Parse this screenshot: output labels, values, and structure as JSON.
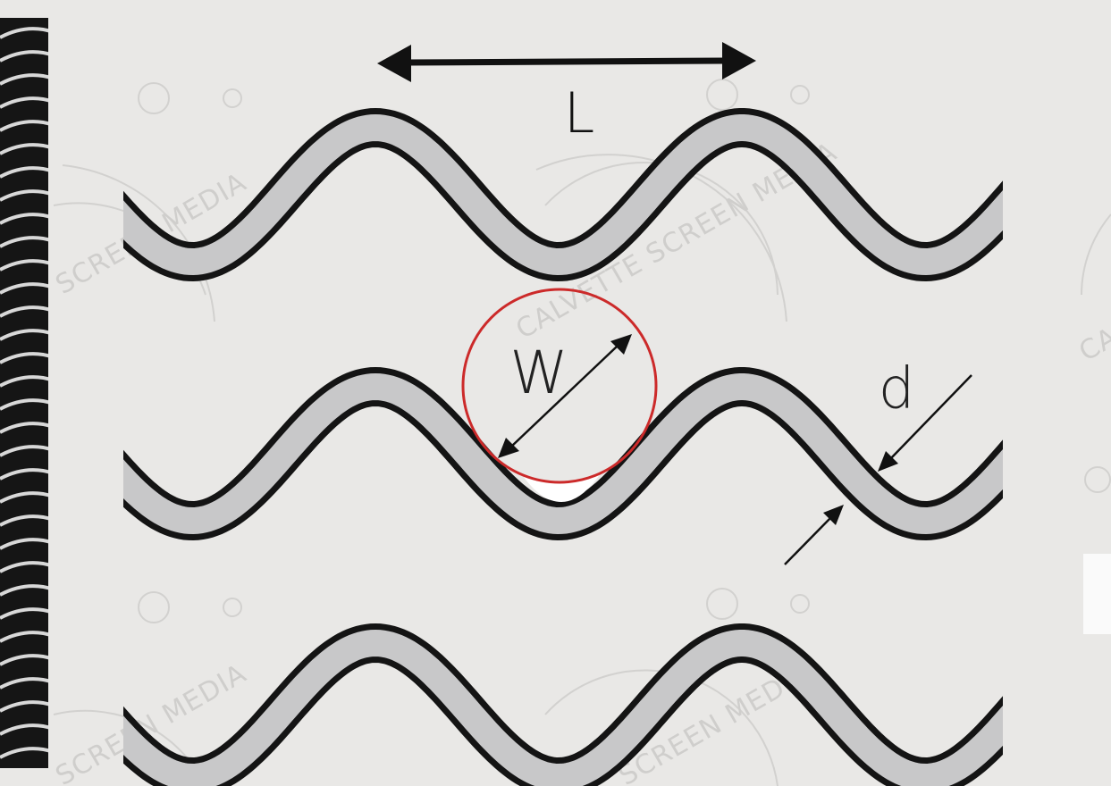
{
  "diagram": {
    "labels": {
      "pitch": "L",
      "aperture": "W",
      "wire_diameter": "d"
    }
  },
  "watermark": {
    "text_1": "SCREEN MEDIA",
    "text_2": "CALVETTE SCREEN MEDIA",
    "text_3": "SCREEN MEDIA",
    "text_4": "SCREEN MEDIA",
    "text_5": "CA"
  },
  "colors": {
    "background": "#e9e8e6",
    "wire_outline": "#141414",
    "wire_fill": "#c8c8c9",
    "highlight_circle": "#cc2a2a",
    "watermark": "#cfcecc"
  }
}
